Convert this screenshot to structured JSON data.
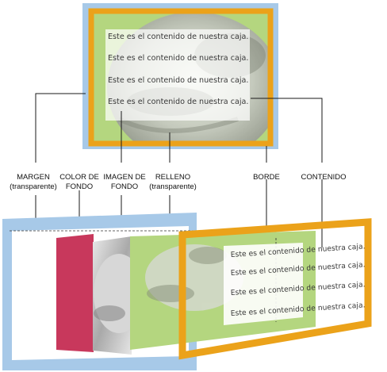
{
  "colors": {
    "margin": "#a7c9e8",
    "border": "#eba21a",
    "padding": "#b4d67f",
    "background_color": "#c8385c",
    "content": "#ffffff",
    "line": "#1a1a1a"
  },
  "box": {
    "content_lines": [
      "Este es el contenido de nuestra caja.",
      "Este es el contenido de nuestra caja.",
      "Este es el contenido de nuestra caja.",
      "Este es el contenido de nuestra caja."
    ]
  },
  "labels": {
    "margin": [
      "MARGEN",
      "(transparente)"
    ],
    "background_color": [
      "COLOR DE",
      "FONDO"
    ],
    "background_image": [
      "IMAGEN DE",
      "FONDO"
    ],
    "padding": [
      "RELLENO",
      "(transparente)"
    ],
    "border": [
      "BORDE"
    ],
    "content": [
      "CONTENIDO"
    ]
  },
  "layers": {
    "content_lines": [
      "Este es el contenido de nuestra caja.",
      "Este es el contenido de nuestra caja.",
      "Este es el contenido de nuestra caja.",
      "Este es el contenido de nuestra caja."
    ]
  }
}
